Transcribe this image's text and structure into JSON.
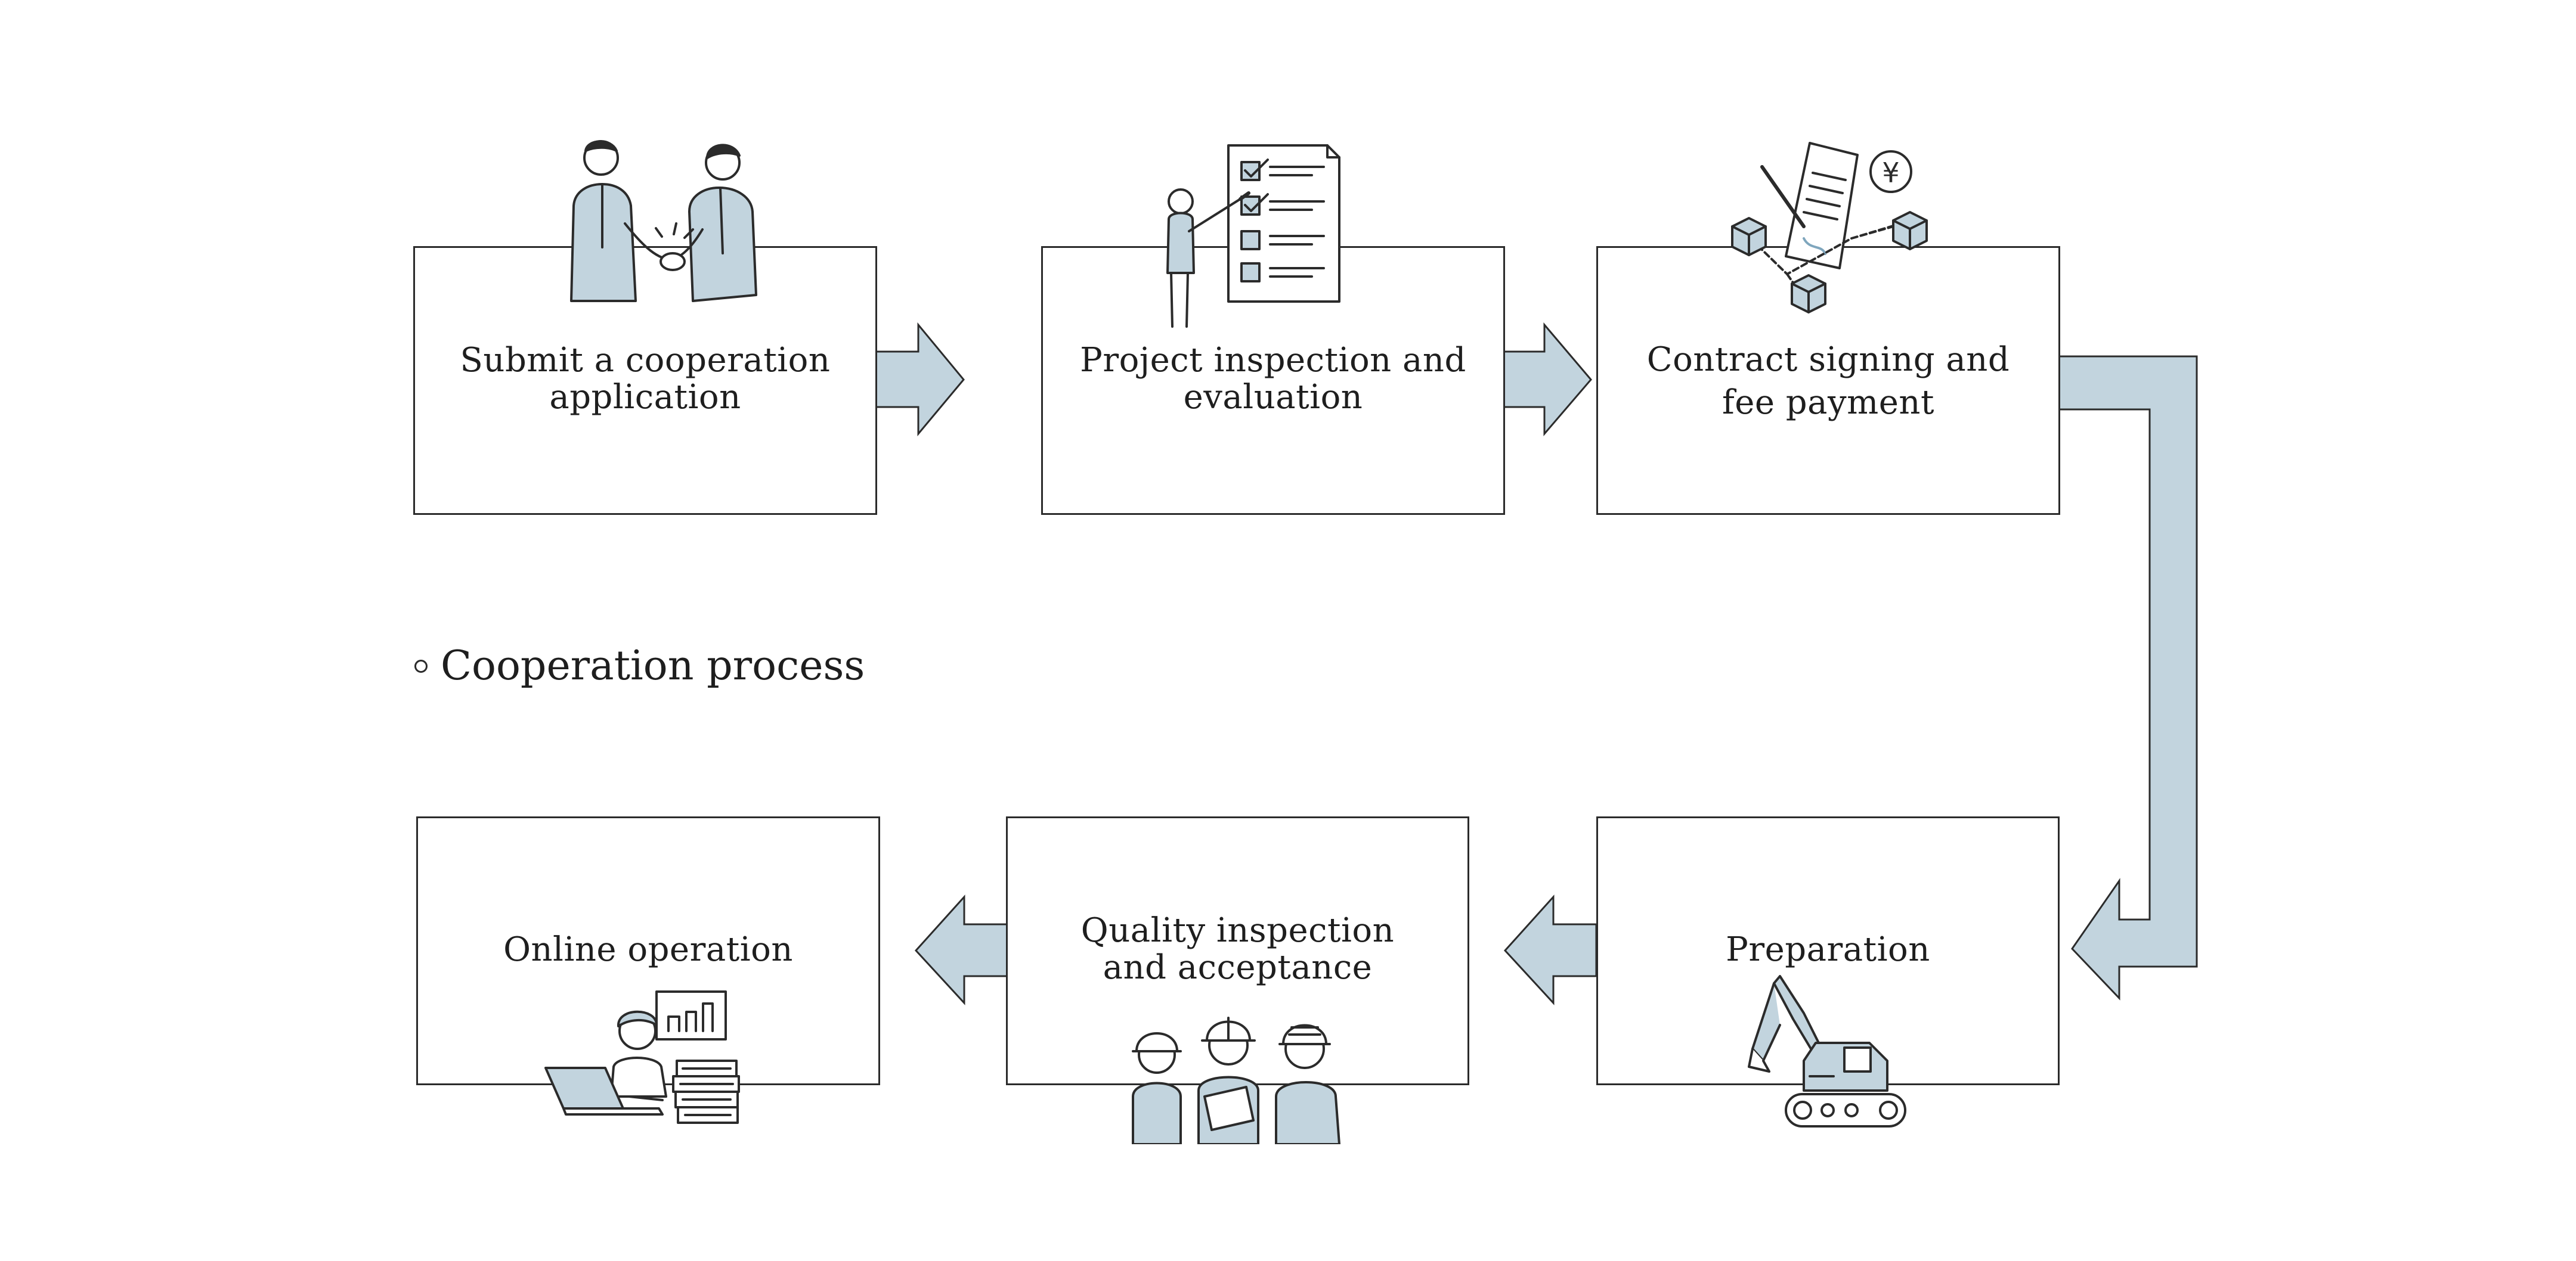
{
  "heading": {
    "bullet": "○",
    "title": "Cooperation process"
  },
  "colors": {
    "accent": "#c2d4de",
    "outline": "#2b2b2b",
    "background": "#ffffff"
  },
  "steps": [
    {
      "label": "Submit a cooperation\napplication",
      "icon": "handshake-icon"
    },
    {
      "label": "Project inspection and\nevaluation",
      "icon": "checklist-icon"
    },
    {
      "label": "Contract signing and\nfee payment",
      "icon": "contract-blockchain-icon"
    },
    {
      "label": "Preparation",
      "icon": "excavator-icon"
    },
    {
      "label": "Quality inspection\nand acceptance",
      "icon": "engineers-icon"
    },
    {
      "label": "Online operation",
      "icon": "laptop-operator-icon"
    }
  ]
}
